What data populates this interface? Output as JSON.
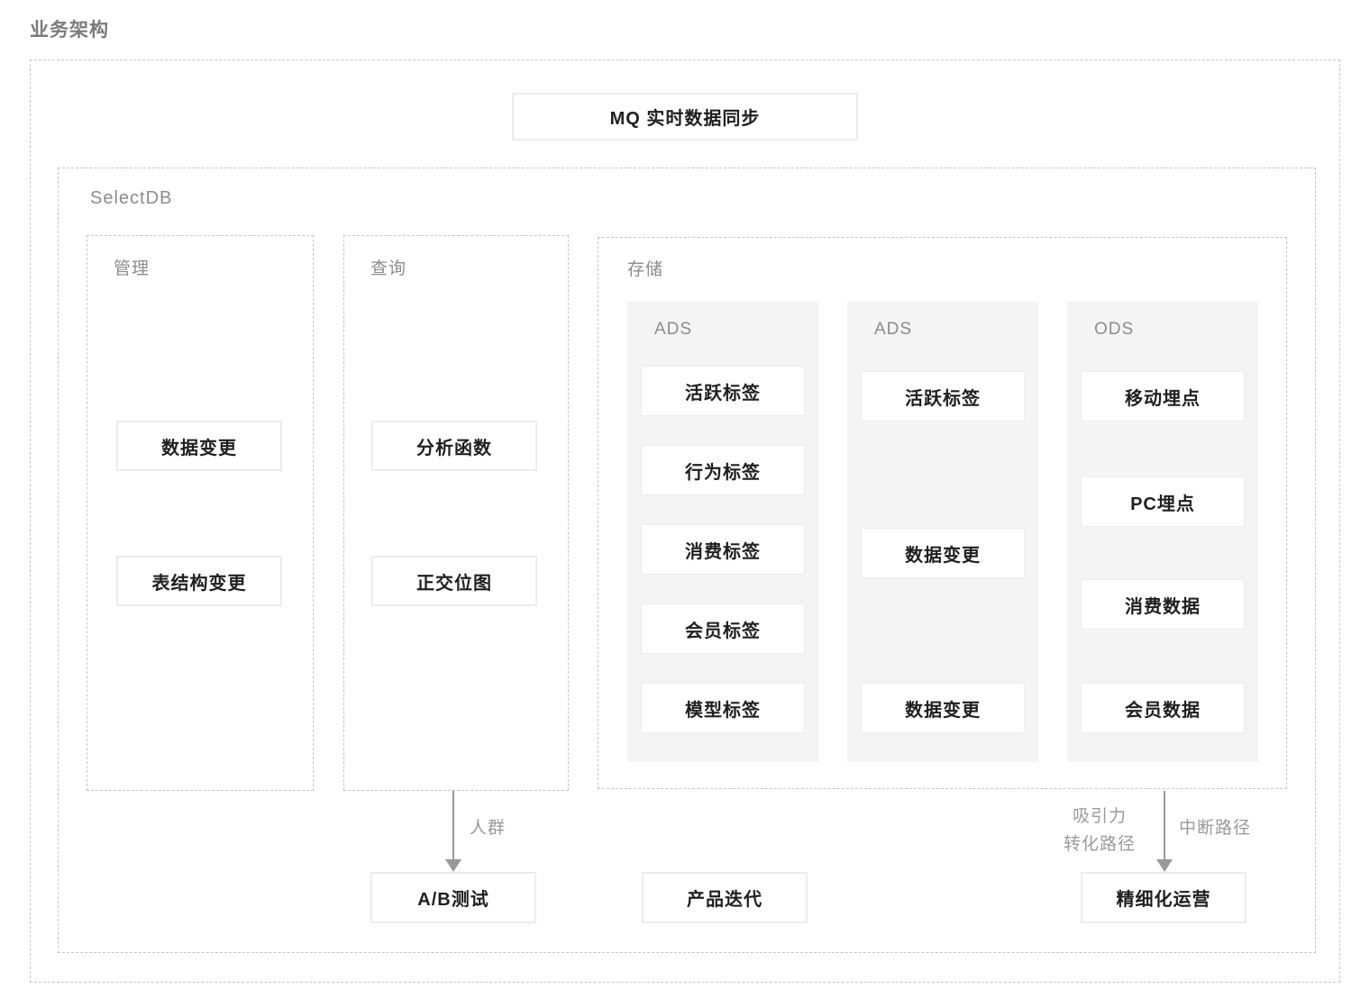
{
  "page_title": "业务架构",
  "colors": {
    "background": "#ffffff",
    "dashed_border": "#c6c6c6",
    "node_border": "#ececec",
    "node_text": "#1f1f1f",
    "label_text": "#8c8c8c",
    "column_bg": "#f4f4f4",
    "arrow": "#999999"
  },
  "mq_node": {
    "label": "MQ 实时数据同步"
  },
  "selectdb": {
    "label": "SelectDB",
    "manage": {
      "label": "管理",
      "items": [
        "数据变更",
        "表结构变更"
      ]
    },
    "query": {
      "label": "查询",
      "items": [
        "分析函数",
        "正交位图"
      ]
    },
    "storage": {
      "label": "存储",
      "columns": [
        {
          "label": "ADS",
          "items": [
            "活跃标签",
            "行为标签",
            "消费标签",
            "会员标签",
            "模型标签"
          ]
        },
        {
          "label": "ADS",
          "items": [
            "活跃标签",
            "数据变更",
            "数据变更"
          ]
        },
        {
          "label": "ODS",
          "items": [
            "移动埋点",
            "PC埋点",
            "消费数据",
            "会员数据"
          ]
        }
      ]
    }
  },
  "bottom_nodes": {
    "ab_test": "A/B测试",
    "product_iteration": "产品迭代",
    "refined_operation": "精细化运营"
  },
  "edge_labels": {
    "crowd": "人群",
    "attraction_line1": "吸引力",
    "attraction_line2": "转化路径",
    "interrupt": "中断路径"
  }
}
